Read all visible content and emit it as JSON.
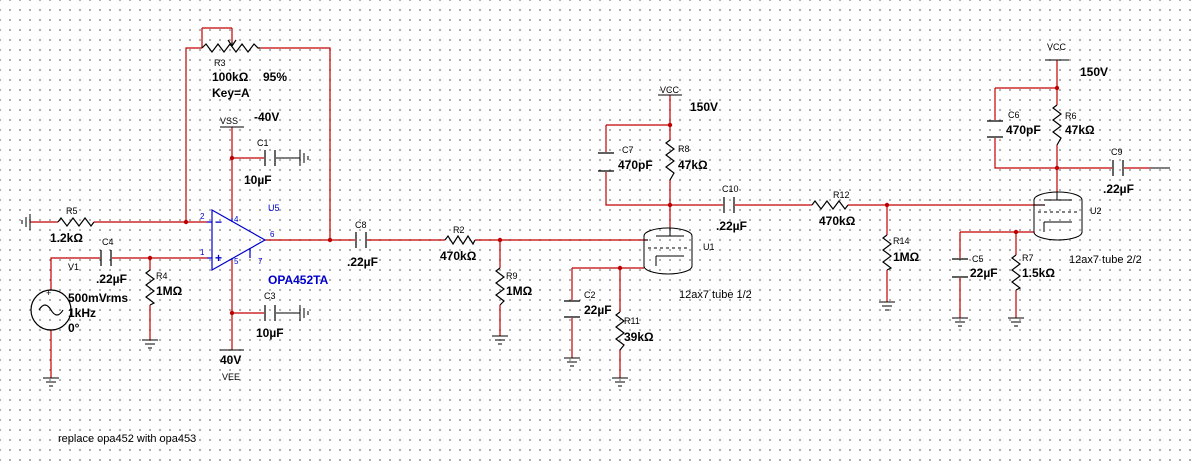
{
  "note": "replace opa452 with opa453",
  "opamp": {
    "ref": "U5",
    "part": "OPA452TA",
    "pins": {
      "in_minus": "2",
      "in_plus": "1",
      "out": "6",
      "v_plus": "4",
      "v_minus": "5",
      "pin7": "7"
    }
  },
  "supplies": {
    "vss": {
      "name": "VSS",
      "value": "-40V"
    },
    "vee": {
      "name": "VEE",
      "value": "40V"
    },
    "vcc1": {
      "name": "VCC",
      "value": "150V"
    },
    "vcc2": {
      "name": "VCC",
      "value": "150V"
    }
  },
  "source": {
    "ref": "V1",
    "amplitude": "500mVrms",
    "freq": "1kHz",
    "phase": "0°"
  },
  "r3": {
    "ref": "R3",
    "value": "100kΩ",
    "setting": "95%",
    "key": "Key=A"
  },
  "resistors": {
    "r5": {
      "ref": "R5",
      "value": "1.2kΩ"
    },
    "r4": {
      "ref": "R4",
      "value": "1MΩ"
    },
    "r2": {
      "ref": "R2",
      "value": "470kΩ"
    },
    "r9": {
      "ref": "R9",
      "value": "1MΩ"
    },
    "r8": {
      "ref": "R8",
      "value": "47kΩ"
    },
    "r11": {
      "ref": "R11",
      "value": "39kΩ"
    },
    "r12": {
      "ref": "R12",
      "value": "470kΩ"
    },
    "r14": {
      "ref": "R14",
      "value": "1MΩ"
    },
    "r6": {
      "ref": "R6",
      "value": "47kΩ"
    },
    "r7": {
      "ref": "R7",
      "value": "1.5kΩ"
    }
  },
  "capacitors": {
    "c4": {
      "ref": "C4",
      "value": ".22µF"
    },
    "c1": {
      "ref": "C1",
      "value": "10µF"
    },
    "c3": {
      "ref": "C3",
      "value": "10µF"
    },
    "c8": {
      "ref": "C8",
      "value": ".22µF"
    },
    "c7": {
      "ref": "C7",
      "value": "470pF"
    },
    "c2": {
      "ref": "C2",
      "value": "22µF"
    },
    "c10": {
      "ref": "C10",
      "value": ".22µF"
    },
    "c6": {
      "ref": "C6",
      "value": "470pF"
    },
    "c9": {
      "ref": "C9",
      "value": ".22µF"
    },
    "c5": {
      "ref": "C5",
      "value": "22µF"
    }
  },
  "tubes": {
    "u1": {
      "ref": "U1",
      "label": "12ax7 tube 1/2"
    },
    "u2": {
      "ref": "U2",
      "label": "12ax7 tube 2/2"
    }
  },
  "colors": {
    "wire": "#c00000",
    "component": "#000000",
    "opamp": "#0000cc",
    "background": "#ffffff",
    "grid_dot": "#9a9a9a"
  }
}
